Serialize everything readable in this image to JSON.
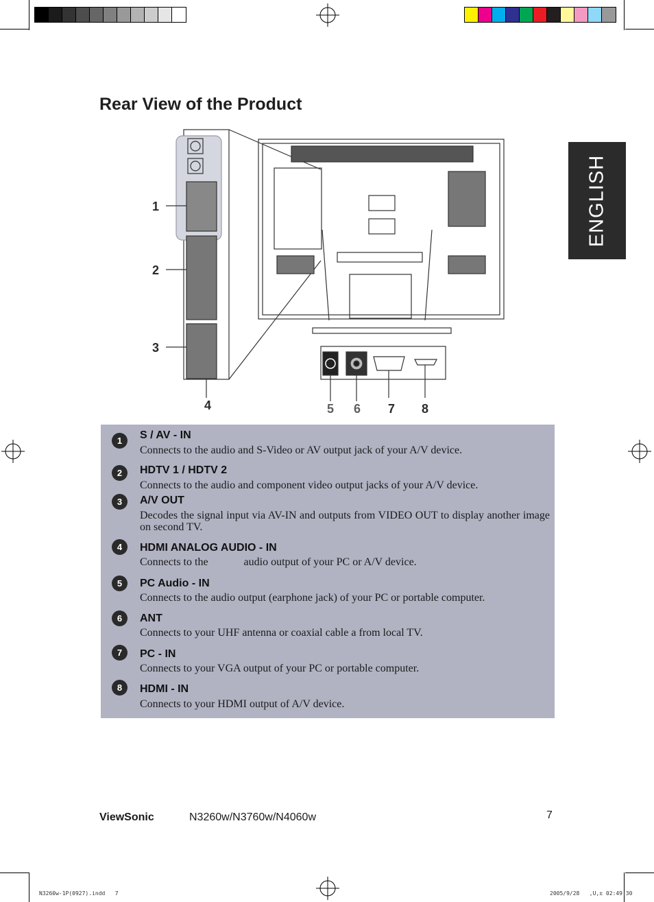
{
  "page_title": "Rear View of the Product",
  "language_tab": "ENGLISH",
  "callouts": [
    "1",
    "2",
    "3",
    "4",
    "5",
    "6",
    "7",
    "8"
  ],
  "items": [
    {
      "num": "1",
      "title": "S / AV - IN",
      "desc": "Connects to the audio and S-Video or AV output jack of your A/V device."
    },
    {
      "num": "2",
      "title": "HDTV 1 / HDTV 2",
      "desc": "Connects to the audio and component video output jacks of your A/V device."
    },
    {
      "num": "3",
      "title": "A/V OUT",
      "desc": "Decodes the signal input via AV-IN and outputs from VIDEO OUT to display another image on second TV."
    },
    {
      "num": "4",
      "title": "HDMI ANALOG AUDIO - IN",
      "desc": "Connects to the             audio output of your PC or A/V device."
    },
    {
      "num": "5",
      "title": "PC Audio - IN",
      "desc": "Connects to the audio output (earphone jack) of your PC or portable computer."
    },
    {
      "num": "6",
      "title": "ANT",
      "desc": "Connects to your UHF antenna or coaxial cable a from local TV."
    },
    {
      "num": "7",
      "title": "PC - IN",
      "desc": "Connects to your VGA output of your PC or portable computer."
    },
    {
      "num": "8",
      "title": "HDMI - IN",
      "desc": "Connects to your HDMI output of A/V device."
    }
  ],
  "footer": {
    "brand": "ViewSonic",
    "model": "N3260w/N3760w/N4060w",
    "page_number": "7"
  },
  "slug": {
    "file": "N3260w-1P(0927).indd   7",
    "timestamp": "2005/9/28   ,U,± 02:49:30"
  },
  "colors": {
    "gray_strip": [
      "#000000",
      "#1b1b1b",
      "#333333",
      "#4d4d4d",
      "#666666",
      "#808080",
      "#999999",
      "#b3b3b3",
      "#cccccc",
      "#e6e6e6",
      "#ffffff"
    ],
    "color_strip": [
      "#fff200",
      "#ec008c",
      "#00aeef",
      "#2e3192",
      "#00a651",
      "#ed1c24",
      "#231f20",
      "#fff799",
      "#f49ac1",
      "#8ed8f8",
      "#999999"
    ],
    "panel_bg": "#b1b3c3",
    "tab_bg": "#2b2b2b"
  }
}
